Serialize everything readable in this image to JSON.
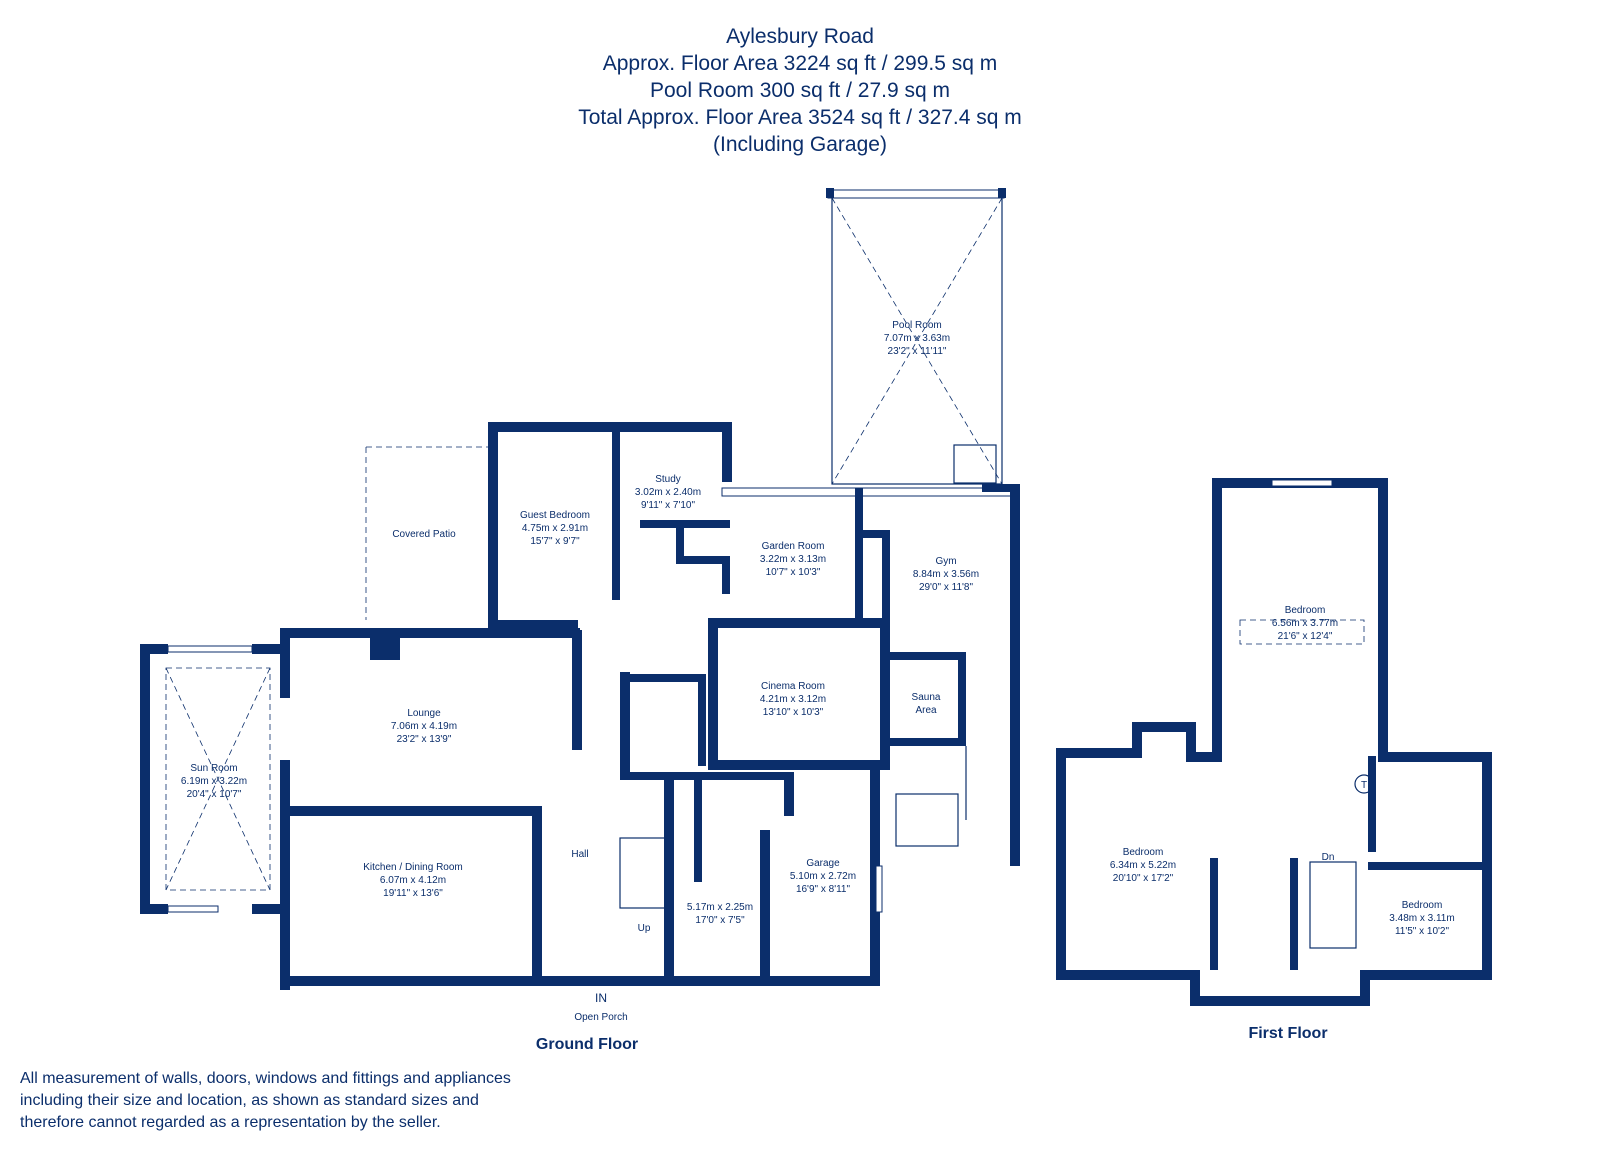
{
  "header": {
    "line1": "Aylesbury Road",
    "line2": "Approx. Floor Area 3224 sq ft / 299.5 sq m",
    "line3": "Pool Room 300 sq ft / 27.9 sq m",
    "line4": "Total Approx. Floor Area 3524 sq ft / 327.4 sq m",
    "line5": "(Including Garage)"
  },
  "ground_floor": {
    "label": "Ground Floor",
    "rooms": {
      "pool_room": {
        "name": "Pool Room",
        "metric": "7.07m x 3.63m",
        "imperial": "23'2\" x 11'11\""
      },
      "covered_patio": {
        "name": "Covered Patio"
      },
      "guest_bedroom": {
        "name": "Guest Bedroom",
        "metric": "4.75m x 2.91m",
        "imperial": "15'7\" x 9'7\""
      },
      "study": {
        "name": "Study",
        "metric": "3.02m x 2.40m",
        "imperial": "9'11\" x 7'10\""
      },
      "garden_room": {
        "name": "Garden Room",
        "metric": "3.22m x 3.13m",
        "imperial": "10'7\" x 10'3\""
      },
      "gym": {
        "name": "Gym",
        "metric": "8.84m x 3.56m",
        "imperial": "29'0\" x 11'8\""
      },
      "lounge": {
        "name": "Lounge",
        "metric": "7.06m x 4.19m",
        "imperial": "23'2\" x 13'9\""
      },
      "cinema_room": {
        "name": "Cinema Room",
        "metric": "4.21m x 3.12m",
        "imperial": "13'10\" x 10'3\""
      },
      "sauna": {
        "name1": "Sauna",
        "name2": "Area"
      },
      "sun_room": {
        "name": "Sun Room",
        "metric": "6.19m x 3.22m",
        "imperial": "20'4\" x 10'7\""
      },
      "hall": {
        "name": "Hall"
      },
      "kitchen": {
        "name": "Kitchen / Dining Room",
        "metric": "6.07m x 4.12m",
        "imperial": "19'11\" x 13'6\""
      },
      "utility": {
        "metric": "5.17m x 2.25m",
        "imperial": "17'0\" x 7'5\""
      },
      "garage": {
        "name": "Garage",
        "metric": "5.10m x 2.72m",
        "imperial": "16'9\" x 8'11\""
      }
    },
    "up": "Up",
    "in": "IN",
    "open_porch": "Open Porch"
  },
  "first_floor": {
    "label": "First Floor",
    "rooms": {
      "bedroom_top": {
        "name": "Bedroom",
        "metric": "6.56m x 3.77m",
        "imperial": "21'6\" x 12'4\""
      },
      "bedroom_left": {
        "name": "Bedroom",
        "metric": "6.34m x 5.22m",
        "imperial": "20'10\" x 17'2\""
      },
      "bedroom_right": {
        "name": "Bedroom",
        "metric": "3.48m x 3.11m",
        "imperial": "11'5\" x 10'2\""
      }
    },
    "dn": "Dn",
    "tank": "T"
  },
  "disclaimer": {
    "line1": "All measurement of walls, doors, windows and fittings and appliances",
    "line2": "including their size and location, as shown as standard sizes and",
    "line3": "therefore cannot regarded as a representation by the seller."
  },
  "colors": {
    "ink": "#0b2e6b",
    "background": "#ffffff"
  }
}
